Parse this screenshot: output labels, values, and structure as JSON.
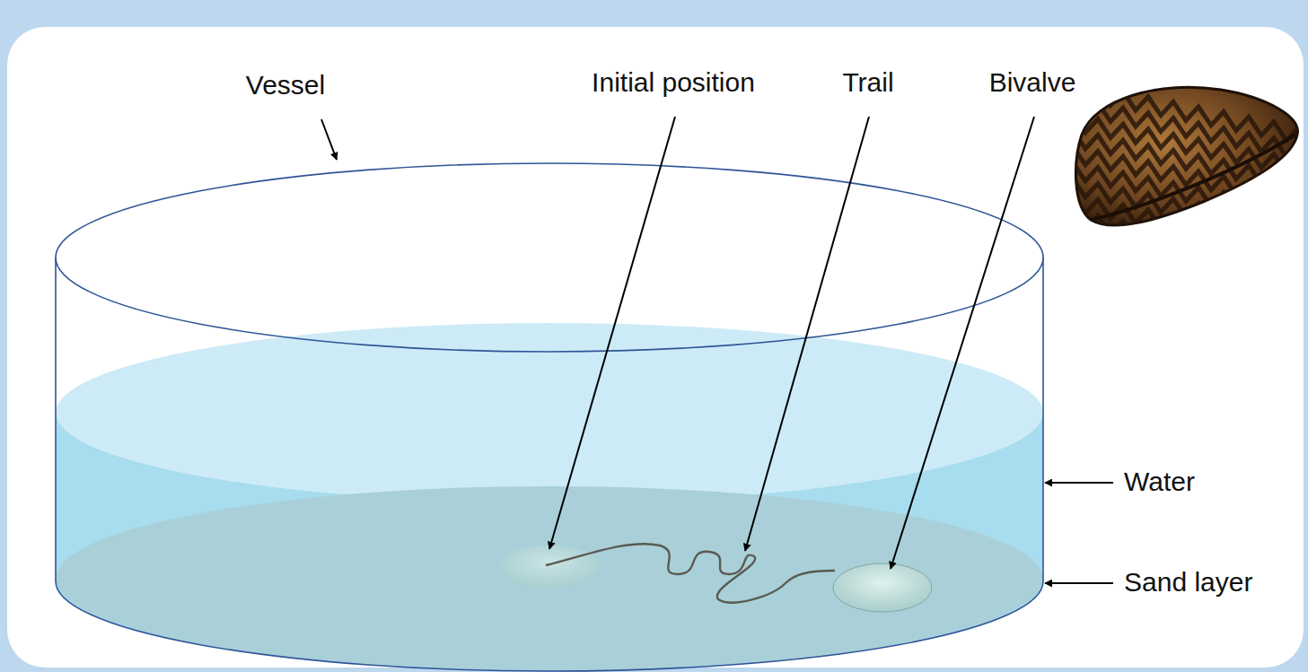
{
  "diagram": {
    "labels": [
      "Vessel",
      "Initial position",
      "Trail",
      "Bivalve",
      "Water",
      "Sand layer"
    ]
  }
}
